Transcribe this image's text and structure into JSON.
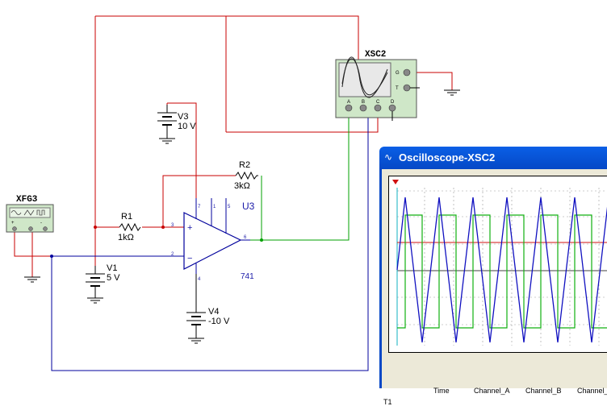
{
  "schematic": {
    "function_generator": {
      "ref": "XFG3",
      "pins": [
        "+",
        "-"
      ]
    },
    "oscilloscope_symbol": {
      "ref": "XSC2",
      "channels": [
        "A",
        "B",
        "C",
        "D"
      ],
      "side_pins": [
        "G",
        "T"
      ]
    },
    "opamp": {
      "ref": "U3",
      "model": "741",
      "pins": {
        "plus": "3",
        "minus": "2",
        "out": "6",
        "p7": "7",
        "p1": "1",
        "p5": "5",
        "p4": "4"
      },
      "plus_sign": "+",
      "minus_sign": "−"
    },
    "resistors": [
      {
        "ref": "R1",
        "value": "1kΩ"
      },
      {
        "ref": "R2",
        "value": "3kΩ"
      }
    ],
    "sources": [
      {
        "ref": "V1",
        "value": "5 V"
      },
      {
        "ref": "V3",
        "value": "10 V"
      },
      {
        "ref": "V4",
        "value": "-10 V"
      }
    ]
  },
  "scope_window": {
    "title": "Oscilloscope-XSC2",
    "columns": [
      "Time",
      "Channel_A",
      "Channel_B",
      "Channel_"
    ],
    "row_label": "T1"
  },
  "colors": {
    "wire_red": "#c80000",
    "wire_blue": "#00009c",
    "wire_green": "#00a000",
    "trace_blue": "#1010c0",
    "trace_green": "#10b010",
    "trace_red": "#d01010"
  }
}
